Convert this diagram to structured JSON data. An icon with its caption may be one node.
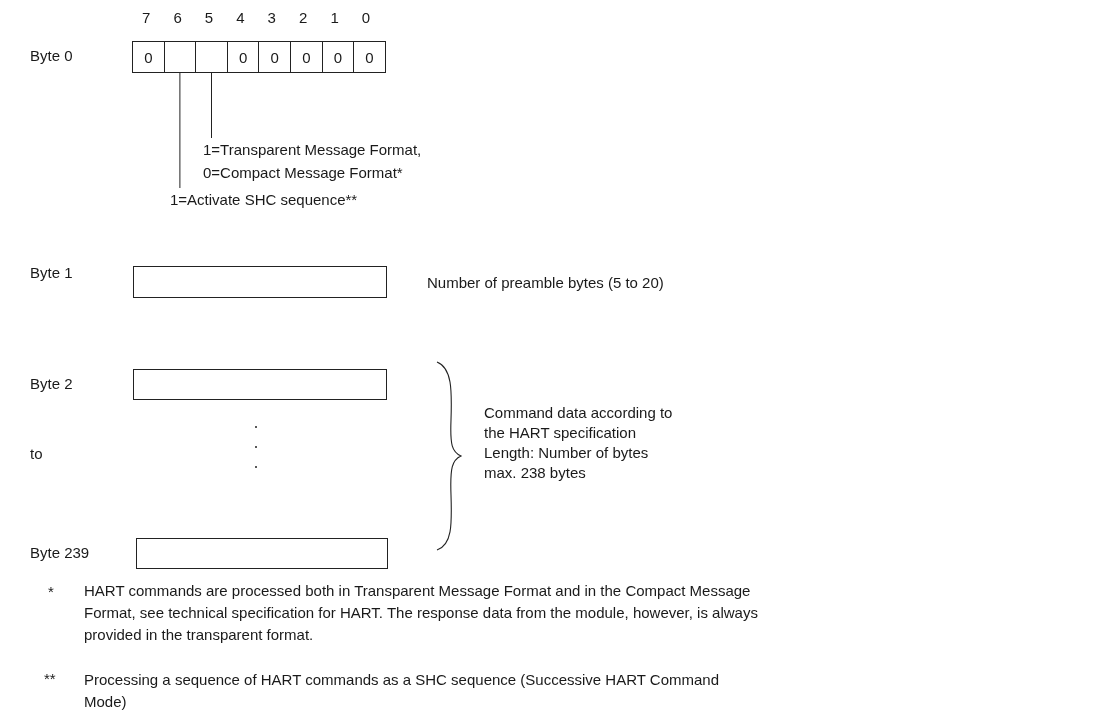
{
  "diagram": {
    "nodes": [
      {
        "text": [
          "0"
        ]
      },
      {
        "text": [],
        "shape": "box"
      },
      {
        "text": [],
        "shape": "box"
      },
      {
        "text": [
          "0"
        ]
      },
      {
        "text": [
          "0"
        ]
      },
      {
        "text": [
          "0"
        ]
      },
      {
        "text": [
          "0"
        ]
      },
      {
        "text": [
          "0"
        ]
      },
      {
        "text": [
          "1=Transparent Message Format,",
          "0=Compact Message Format*"
        ]
      },
      {
        "text": [
          "1=Activate SHC sequence**"
        ]
      },
      {
        "text": [],
        "shape": "box"
      },
      {
        "text": [],
        "shape": "box"
      },
      {
        "text": [],
        "shape": "box"
      }
    ],
    "edges": [
      {
        "from": 8,
        "to": 2,
        "arrow": "none"
      },
      {
        "from": 9,
        "to": 1,
        "arrow": "none"
      }
    ],
    "labels": [
      "7",
      "6",
      "5",
      "4",
      "3",
      "2",
      "1",
      "0",
      "Byte 0",
      "Byte 1",
      "Number of preamble bytes (5 to 20)",
      "Byte 2",
      "to",
      "Byte 239",
      "Command data according to",
      "the HART specification",
      "Length: Number of bytes",
      "max. 238 bytes",
      "*",
      "HART commands are processed both in Transparent Message Format and in the Compact Message Format, see technical specification for HART. The response data from the module, however, is always provided in the transparent format.",
      "**",
      "Processing a sequence of HART commands as a SHC sequence (Successive HART Command Mode)"
    ]
  }
}
